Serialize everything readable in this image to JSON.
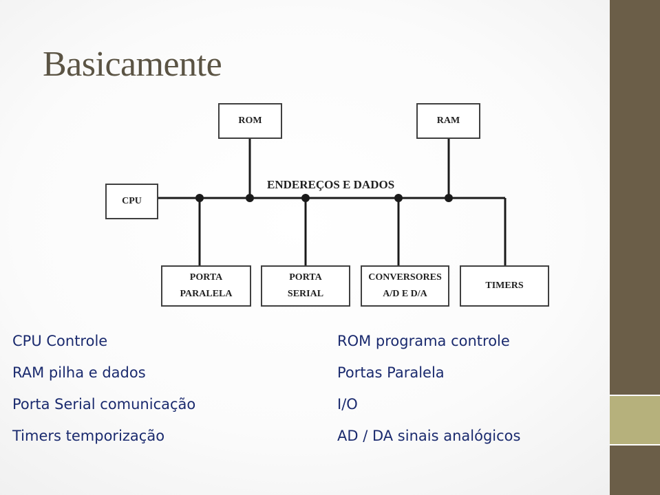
{
  "slide": {
    "title": "Basicamente"
  },
  "diagram": {
    "bus_label": "ENDEREÇOS E DADOS",
    "boxes": {
      "rom": "ROM",
      "ram": "RAM",
      "cpu": "CPU",
      "porta_paralela": "PORTA\nPARALELA",
      "porta_serial": "PORTA\nSERIAL",
      "conversores": "CONVERSORES\nA/D E D/A",
      "timers": "TIMERS"
    }
  },
  "left_list": [
    "CPU Controle",
    "RAM pilha e dados",
    "Porta Serial comunicação",
    "Timers temporização"
  ],
  "right_list": [
    "ROM programa controle",
    "Portas Paralela",
    "I/O",
    "AD / DA sinais analógicos"
  ],
  "colors": {
    "title": "#5b5444",
    "sidebar_dark": "#6b5e48",
    "sidebar_light": "#b6b17c",
    "list_text": "#1a2a6e"
  }
}
